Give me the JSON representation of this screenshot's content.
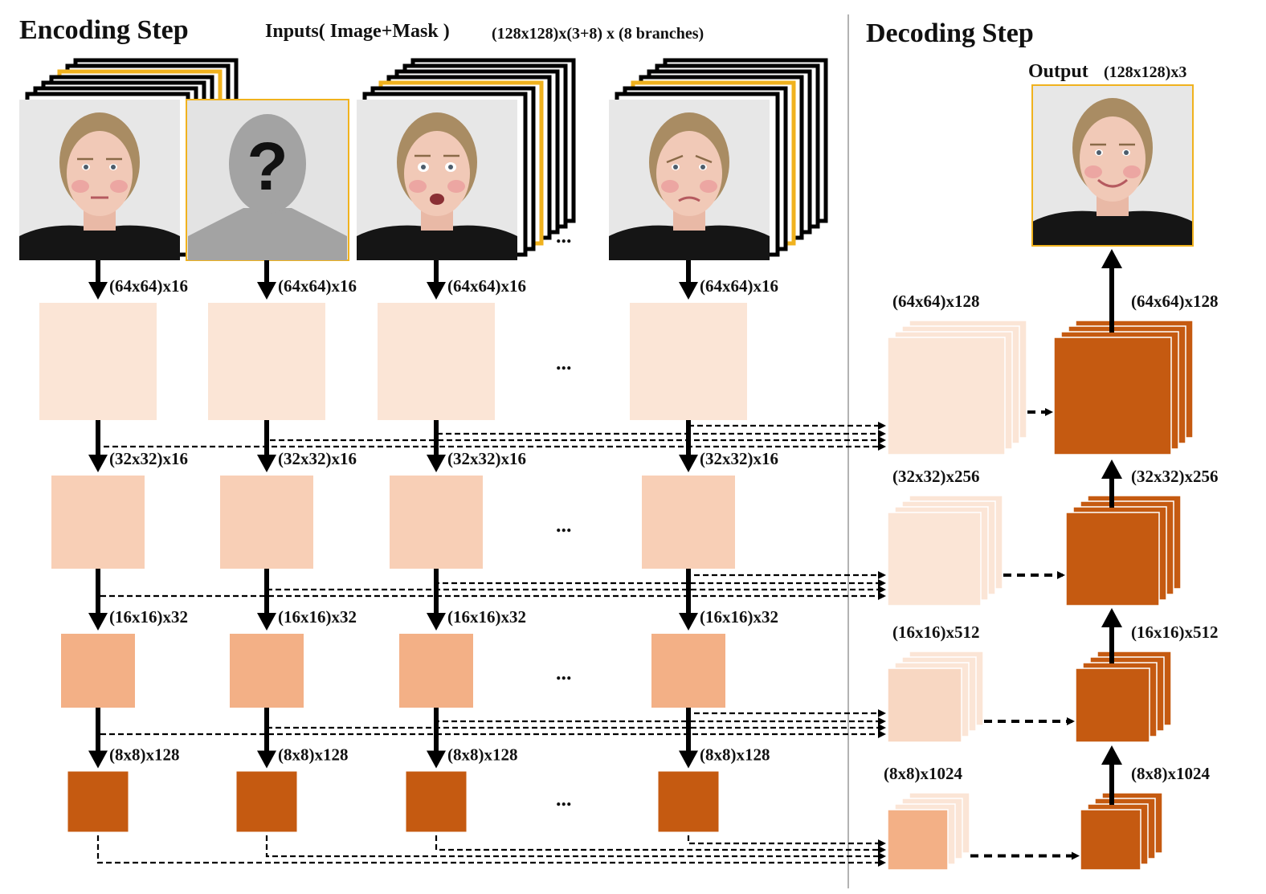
{
  "encoding": {
    "title": "Encoding Step",
    "inputs_bold": "Inputs( Image+Mask )",
    "inputs_dims": "(128x128)x(3+8) x (8 branches)",
    "ellipsis": "...",
    "level_labels": [
      "(64x64)x16",
      "(32x32)x16",
      "(16x16)x32",
      "(8x8)x128"
    ],
    "colors": {
      "l1": "#FBE5D6",
      "l2": "#F8CFB6",
      "l3": "#F3B086",
      "l4": "#C55A11",
      "frame_black": "#000000",
      "frame_highlight": "#F0B21E"
    }
  },
  "decoding": {
    "title": "Decoding Step",
    "output_bold": "Output",
    "output_dims": "(128x128)x3",
    "left_labels": [
      "(64x64)x128",
      "(32x32)x256",
      "(16x16)x512",
      "(8x8)x1024"
    ],
    "right_labels": [
      "(64x64)x128",
      "(32x32)x256",
      "(16x16)x512",
      "(8x8)x1024"
    ],
    "colors": {
      "dark": "#C55A11",
      "light": "#FBE5D6",
      "mid": "#F3B086"
    }
  }
}
